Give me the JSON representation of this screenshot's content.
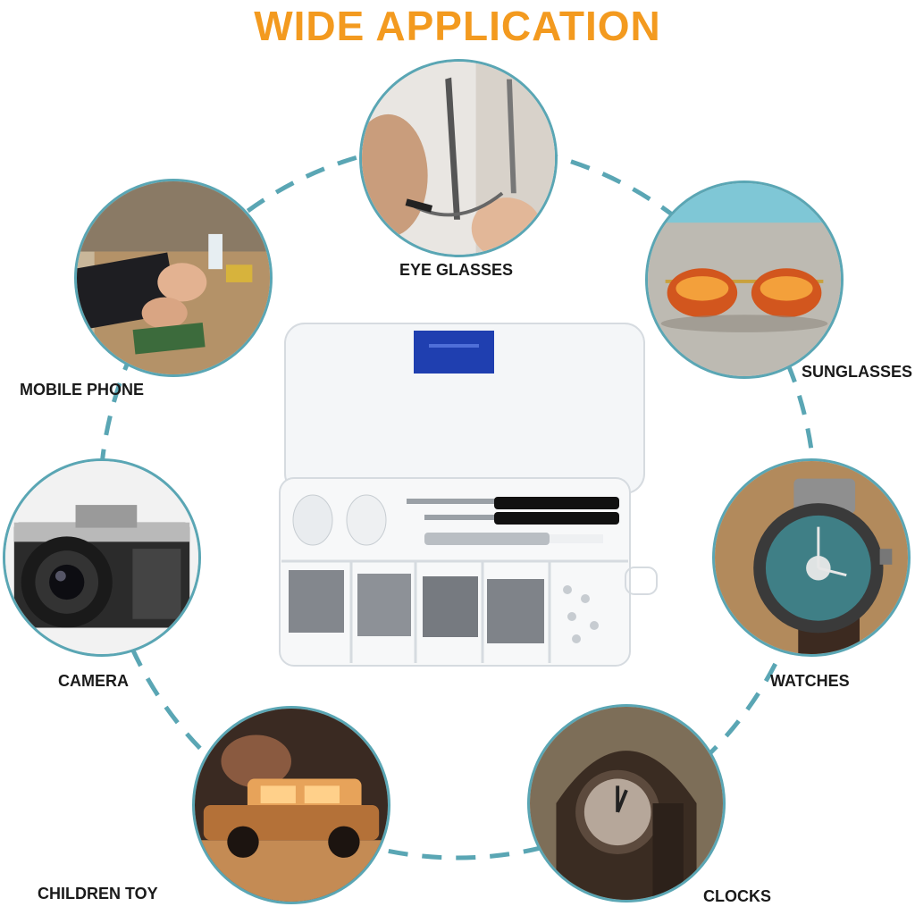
{
  "title": "WIDE APPLICATION",
  "accent_color": "#f39a1f",
  "ring_color": "#5aa6b4",
  "applications": [
    {
      "label": "EYE GLASSES",
      "icon": "eyeglasses-repair-photo"
    },
    {
      "label": "MOBILE PHONE",
      "icon": "phone-repair-photo"
    },
    {
      "label": "SUNGLASSES",
      "icon": "sunglasses-photo"
    },
    {
      "label": "CAMERA",
      "icon": "camera-photo"
    },
    {
      "label": "WATCHES",
      "icon": "watch-photo"
    },
    {
      "label": "CHILDREN TOY",
      "icon": "toy-car-photo"
    },
    {
      "label": "CLOCKS",
      "icon": "clock-photo"
    }
  ],
  "product": {
    "icon": "screw-kit-box-photo"
  }
}
